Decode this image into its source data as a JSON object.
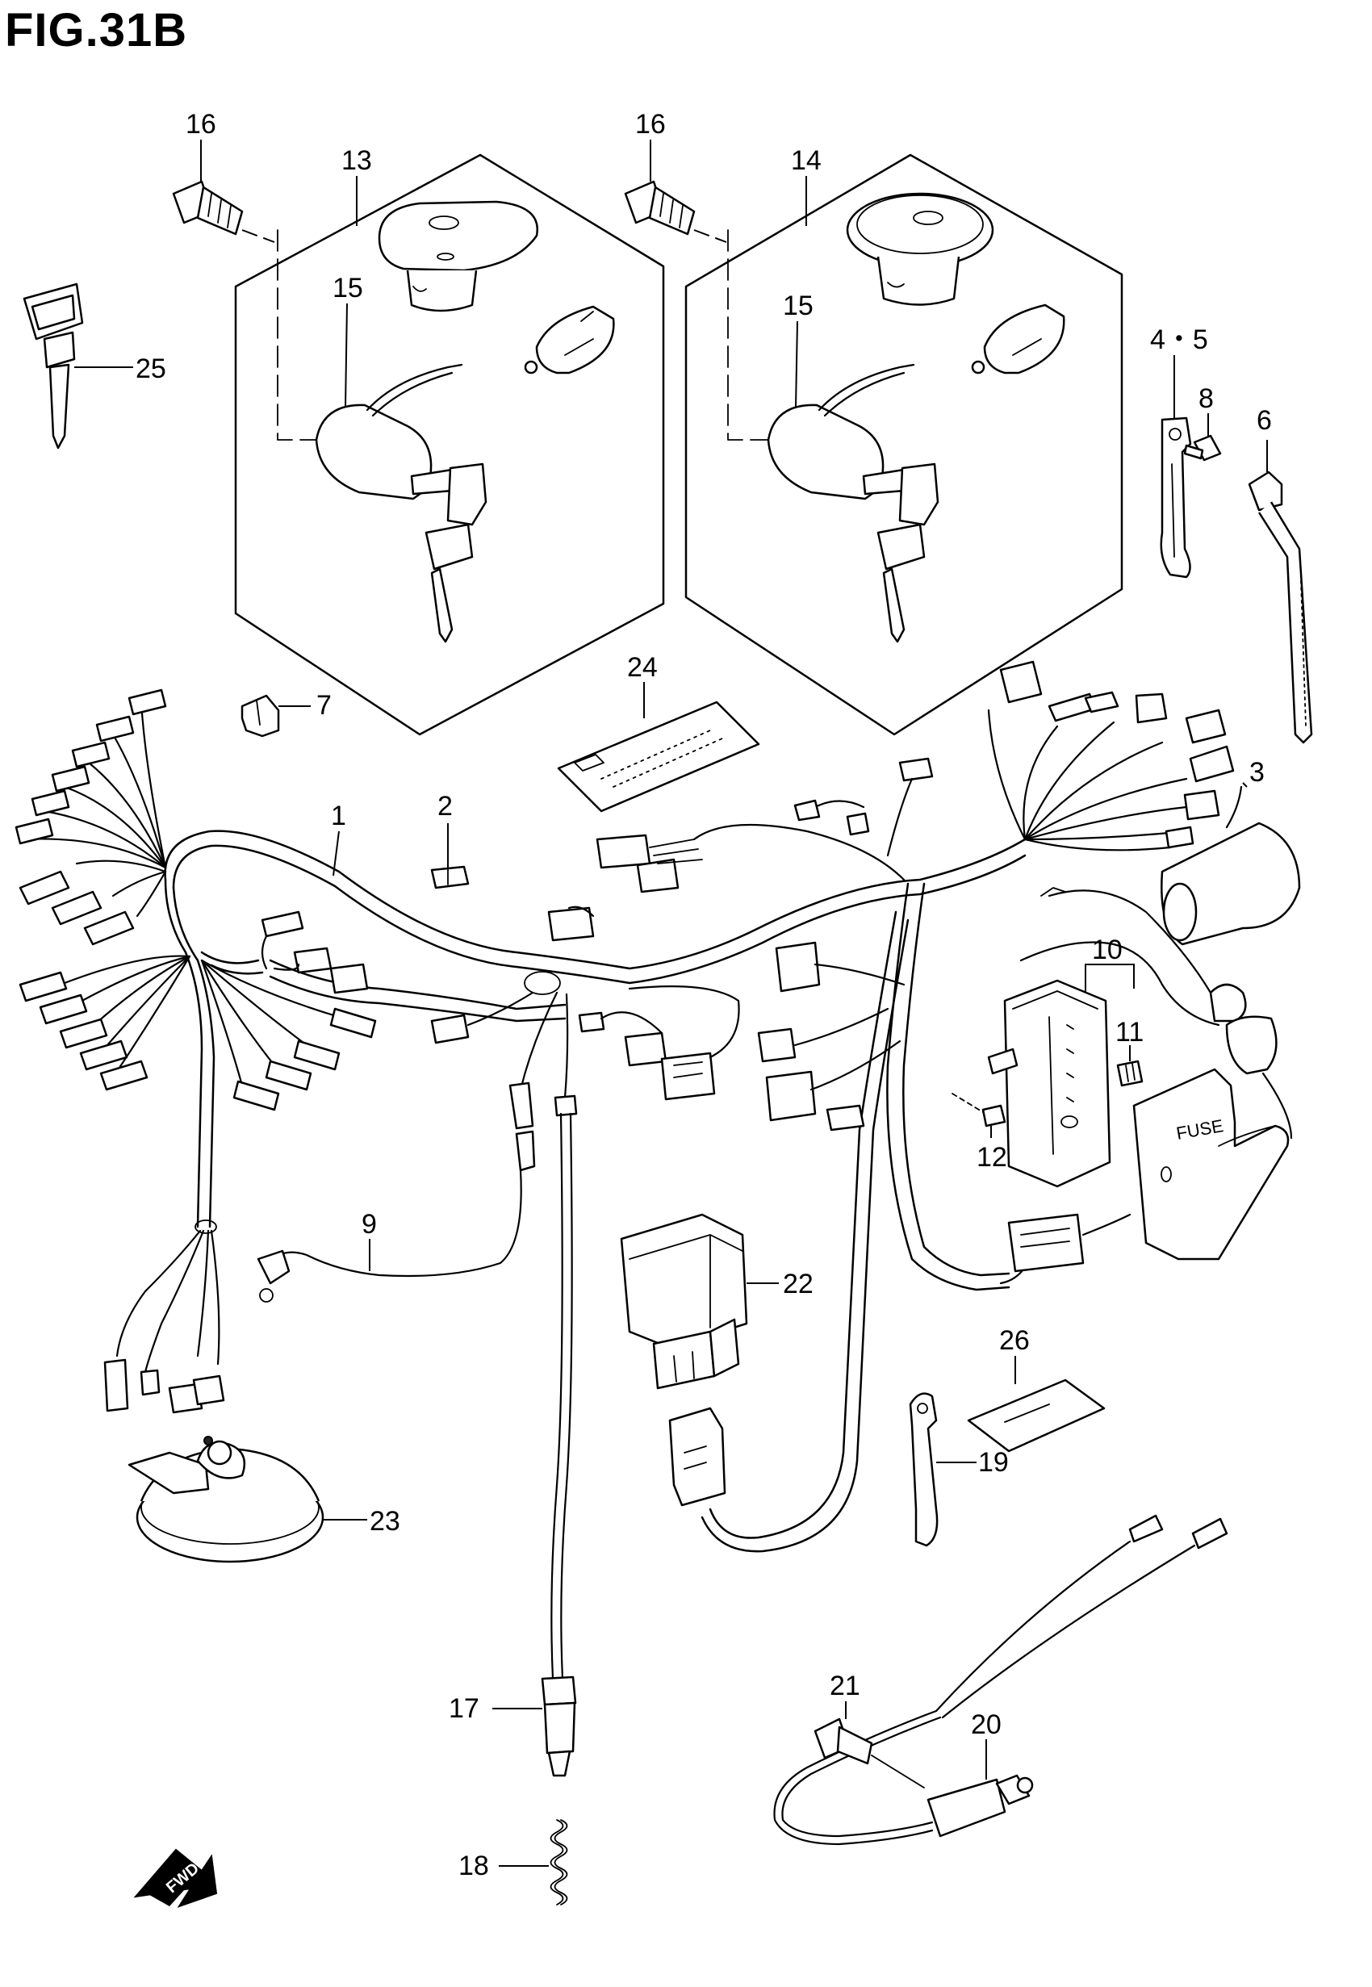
{
  "figure": {
    "title": "FIG.31B"
  },
  "callouts": {
    "c1": "1",
    "c2": "2",
    "c3": "3",
    "c45": "4・5",
    "c6": "6",
    "c7": "7",
    "c8": "8",
    "c9": "9",
    "c10": "10",
    "c11": "11",
    "c12": "12",
    "c13": "13",
    "c14": "14",
    "c15a": "15",
    "c15b": "15",
    "c16a": "16",
    "c16b": "16",
    "c17": "17",
    "c18": "18",
    "c19": "19",
    "c20": "20",
    "c21": "21",
    "c22": "22",
    "c23": "23",
    "c24": "24",
    "c25": "25",
    "c26": "26"
  },
  "labels": {
    "fwd": "FWD",
    "fuse_cover": "FUSE"
  }
}
